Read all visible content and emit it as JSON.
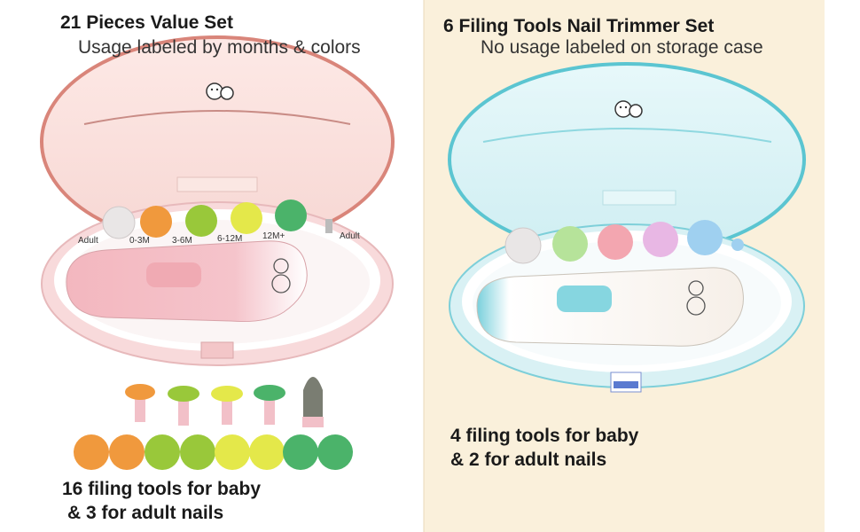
{
  "left": {
    "title": "21 Pieces Value Set",
    "subtitle": "Usage labeled by months & colors",
    "case_labels": [
      "Adult",
      "0-3M",
      "3-6M",
      "6-12M",
      "12M+",
      "Adult"
    ],
    "caption_line1": "16 filing tools for baby",
    "caption_line2": "& 3 for adult nails",
    "case_color": "#f6d6d8",
    "rim_color": "#d98a7a",
    "trimmer_color": "#f2b8bf"
  },
  "right": {
    "title": "6 Filing Tools Nail Trimmer Set",
    "subtitle": "No usage labeled on storage case",
    "caption_line1": "4 filing tools for baby",
    "caption_line2": "& 2 for adult nails",
    "background": "#faf0db",
    "case_color": "#d6f1f4",
    "rim_color": "#59c3cf",
    "trimmer_color": "#7fd3de"
  }
}
